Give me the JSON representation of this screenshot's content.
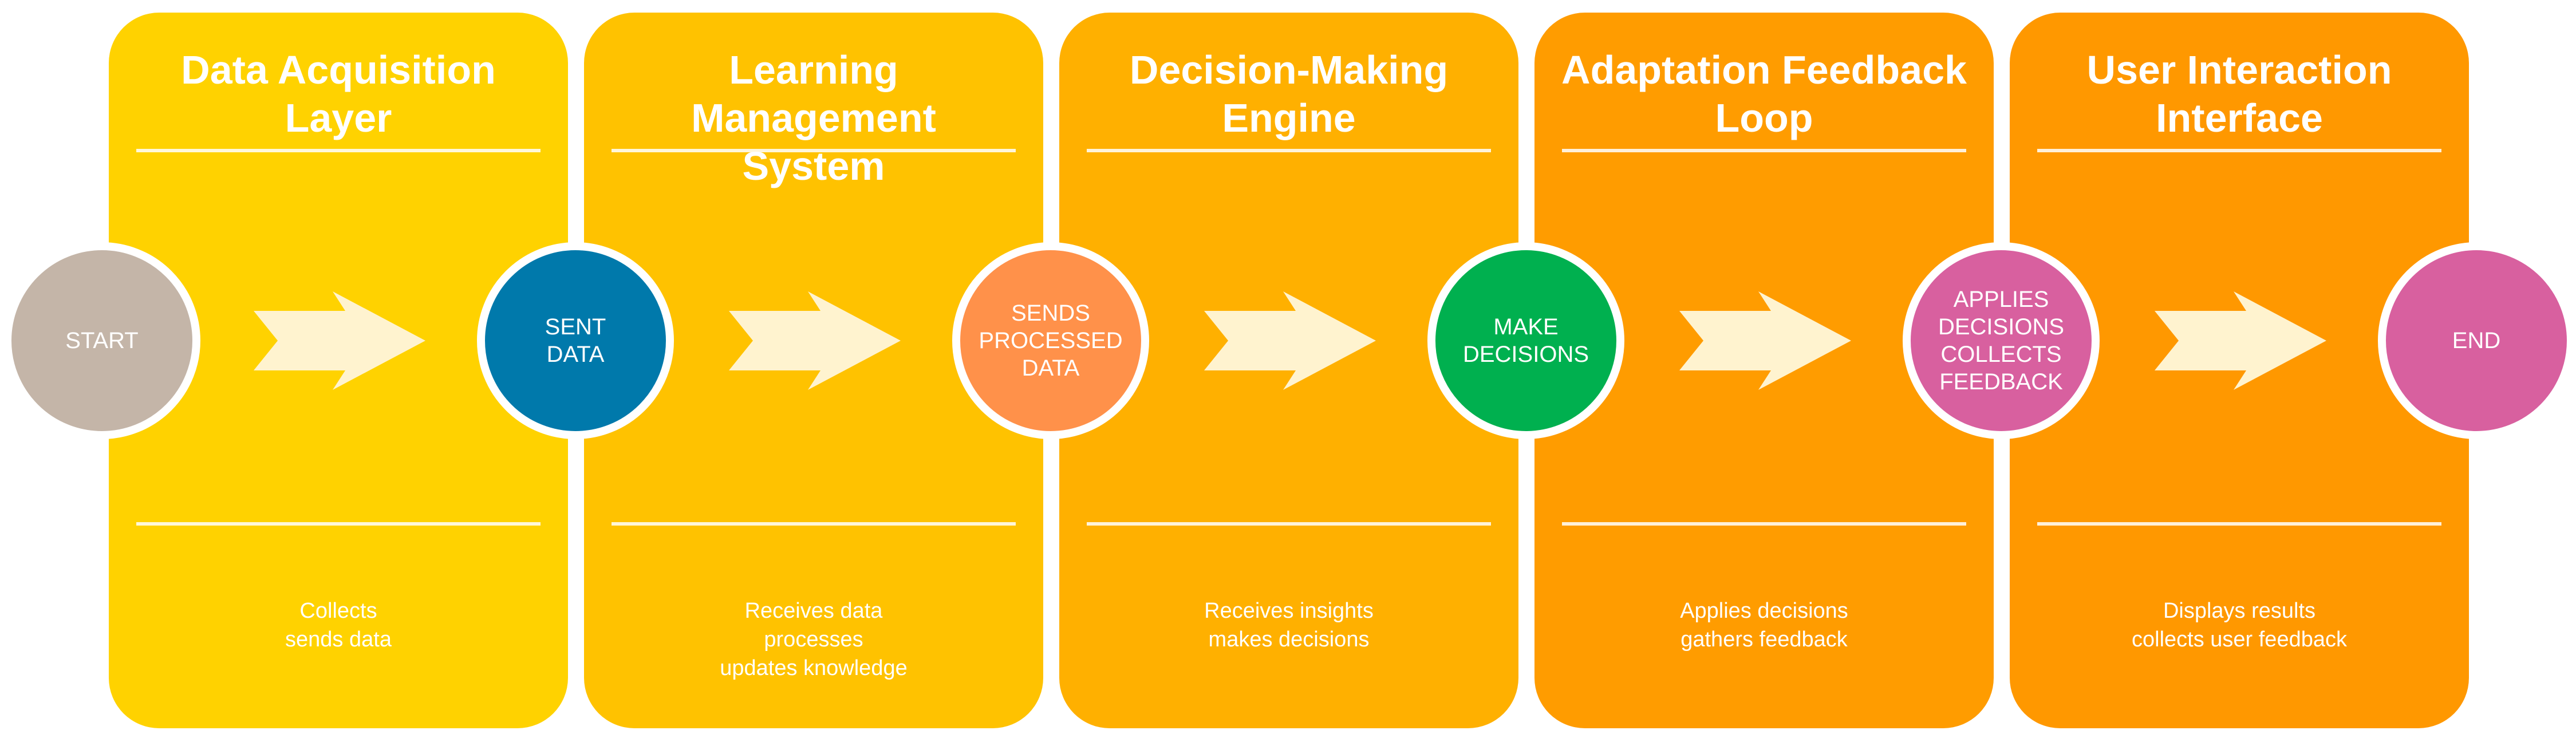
{
  "colors": {
    "panel_1": "#ffd200",
    "panel_2": "#ffc200",
    "panel_3": "#ffb000",
    "panel_4": "#ff9c00",
    "panel_5": "#ff9800",
    "arrow": "#fff3cf",
    "start": "#c4b5a8",
    "sent_data": "#0079ab",
    "sends_processed": "#ff914a",
    "make_decisions": "#00b04f",
    "applies": "#d8609f",
    "end": "#d8609f"
  },
  "stages": [
    {
      "title": "Data Acquisition\nLayer",
      "description": "Collects\nsends data"
    },
    {
      "title": "Learning Management\nSystem",
      "description": "Receives data\nprocesses\nupdates knowledge"
    },
    {
      "title": "Decision-Making\nEngine",
      "description": "Receives insights\nmakes decisions"
    },
    {
      "title": "Adaptation Feedback\nLoop",
      "description": "Applies decisions\ngathers feedback"
    },
    {
      "title": "User Interaction\nInterface",
      "description": "Displays results\ncollects user feedback"
    }
  ],
  "nodes": [
    {
      "label": "START"
    },
    {
      "label": "SENT\nDATA"
    },
    {
      "label": "SENDS\nPROCESSED\nDATA"
    },
    {
      "label": "MAKE\nDECISIONS"
    },
    {
      "label": "APPLIES\nDECISIONS\nCOLLECTS\nFEEDBACK"
    },
    {
      "label": "END"
    }
  ],
  "arrow_icon": "chevron-arrow-right"
}
